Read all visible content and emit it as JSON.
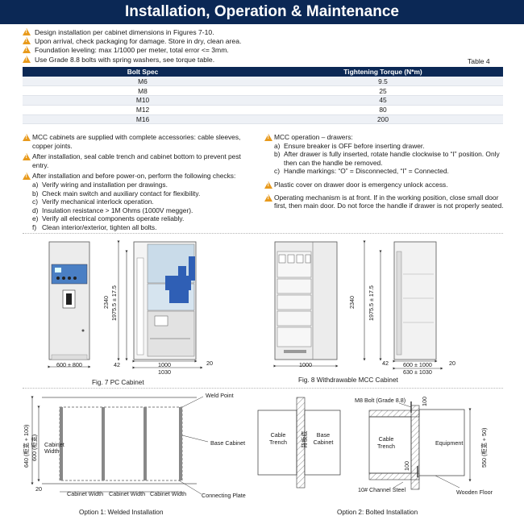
{
  "header": {
    "title": "Installation, Operation & Maintenance"
  },
  "intro_items": [
    "Design installation per cabinet dimensions in Figures 7-10.",
    "Upon arrival, check packaging for damage. Store in dry, clean area.",
    "Foundation leveling: max 1/1000 per meter, total error <= 3mm.",
    "Use Grade 8.8 bolts with spring washers, see torque table."
  ],
  "table": {
    "label": "Table 4",
    "headers": [
      "Bolt Spec",
      "Tightening Torque (N*m)"
    ],
    "rows": [
      [
        "M6",
        "9.5"
      ],
      [
        "M8",
        "25"
      ],
      [
        "M10",
        "45"
      ],
      [
        "M12",
        "80"
      ],
      [
        "M16",
        "200"
      ]
    ]
  },
  "left_col": {
    "item1": "MCC cabinets are supplied with complete accessories: cable sleeves, copper joints.",
    "item2": "After installation, seal cable trench and cabinet bottom to prevent pest entry.",
    "item3": "After installation and before power-on, perform the following checks:",
    "checks": [
      {
        "k": "a)",
        "t": "Verify wiring and installation per drawings."
      },
      {
        "k": "b)",
        "t": "Check main switch and auxiliary contact for flexibility."
      },
      {
        "k": "c)",
        "t": "Verify mechanical interlock operation."
      },
      {
        "k": "d)",
        "t": "Insulation resistance > 1M Ohms (1000V megger)."
      },
      {
        "k": "e)",
        "t": "Verify all electrical components operate reliably."
      },
      {
        "k": "f)",
        "t": "Clean interior/exterior, tighten all bolts."
      }
    ]
  },
  "right_col": {
    "item1": "MCC operation – drawers:",
    "steps": [
      {
        "k": "a)",
        "t": "Ensure breaker is OFF before inserting drawer."
      },
      {
        "k": "b)",
        "t": "After drawer is fully inserted, rotate handle clockwise to “I” position. Only then can the handle be removed."
      },
      {
        "k": "c)",
        "t": "Handle markings: “O” = Disconnected, “I” = Connected."
      }
    ],
    "item2": "Plastic cover on drawer door is emergency unlock access.",
    "item3": "Operating mechanism is at front. If in the working position, close small door first, then main door. Do not force the handle if drawer is not properly seated."
  },
  "fig7": {
    "caption": "Fig. 7  PC Cabinet",
    "front_width": "600 ± 800",
    "height_total": "2340",
    "height_inner": "1975.5 ± 17.5",
    "base": "42",
    "depth_1": "1000",
    "depth_2": "1030",
    "side_gap": "20"
  },
  "fig8": {
    "caption": "Fig. 8  Withdrawable MCC Cabinet",
    "front_width": "1000",
    "height_total": "2340",
    "height_inner": "1975.5 ± 17.5",
    "base": "42",
    "depth_1": "600 ± 1000",
    "depth_2": "630 ± 1030",
    "side_gap": "20"
  },
  "opt1": {
    "caption": "Option 1: Welded Installation",
    "weld_point": "Weld Point",
    "base_cabinet": "Base Cabinet",
    "connecting_plate": "Connecting Plate",
    "cabinet_width": "Cabinet Width",
    "cabinet_width_cell": "Cabinet Width",
    "dim_640": "640 (柜宽 + 100)",
    "dim_600": "600 (柜宽)",
    "dim_20": "20"
  },
  "opt2": {
    "caption": "Option 2: Bolted Installation",
    "m8_bolt": "M8 Bolt (Grade 8.8)",
    "cable_trench": "Cable Trench",
    "base_cabinet": "Base Cabinet",
    "vertical_text": "背板底",
    "equipment": "Equipment",
    "channel_steel": "10# Channel Steel",
    "wooden_floor": "Wooden Floor",
    "dim_100": "100",
    "dim_550": "550 (柜宽 + 50)"
  },
  "colors": {
    "navy": "#0b2855",
    "warning": "#e89a1c",
    "panel_blue": "#2f5fb5",
    "light_blue": "#c9dbe9"
  }
}
